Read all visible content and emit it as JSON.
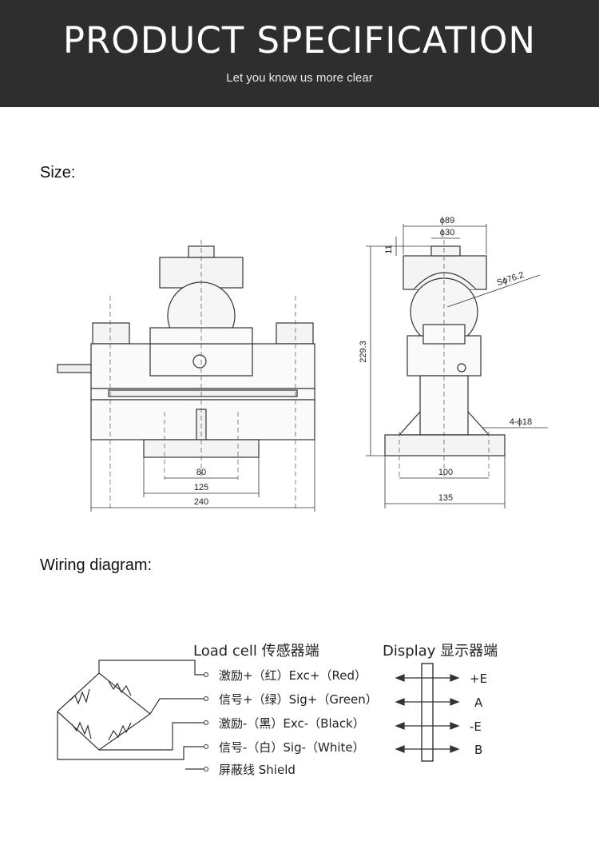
{
  "header": {
    "title": "PRODUCT SPECIFICATION",
    "subtitle": "Let you know us more clear"
  },
  "size_section": {
    "label": "Size:",
    "front_dims": [
      "80",
      "125",
      "240"
    ],
    "side_dims": {
      "d89": "ϕ89",
      "d30": "ϕ30",
      "h11": "11",
      "sphere": "Sϕ76.2",
      "height": "229.3",
      "holes": "4-ϕ18",
      "w100": "100",
      "w135": "135"
    }
  },
  "wiring_section": {
    "label": "Wiring diagram:",
    "load_cell_title": "Load cell 传感器端",
    "display_title": "Display 显示器端",
    "wires": [
      {
        "text": "激励+（红）Exc+（Red）",
        "terminal": "+E"
      },
      {
        "text": "信号+（绿）Sig+（Green）",
        "terminal": "A"
      },
      {
        "text": "激励-（黑）Exc-（Black）",
        "terminal": "-E"
      },
      {
        "text": "信号-（白）Sig-（White）",
        "terminal": "B"
      }
    ],
    "shield": "屏蔽线 Shield"
  }
}
